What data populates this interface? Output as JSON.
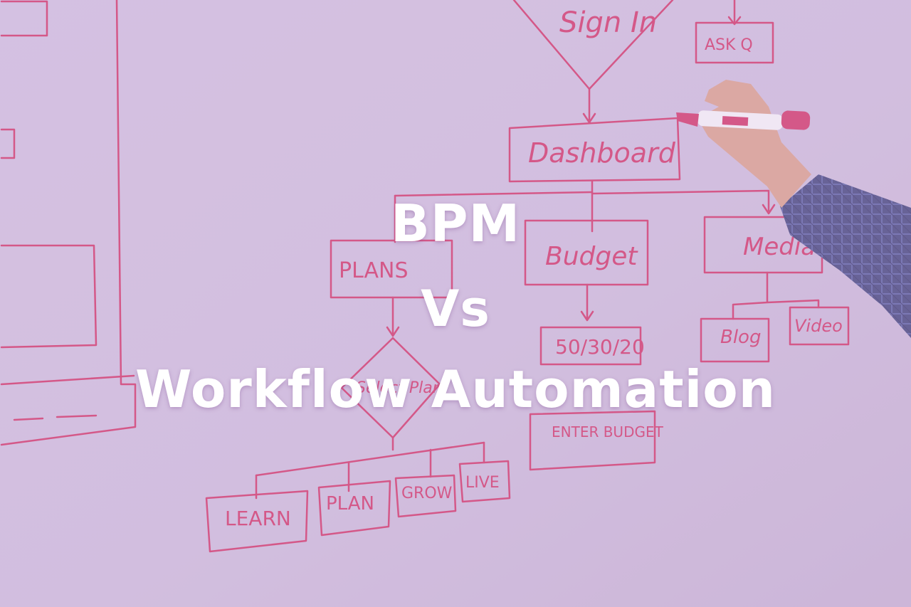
{
  "overlay": {
    "line1": "BPM",
    "line2": "Vs",
    "line3": "Workflow Automation"
  },
  "whiteboard": {
    "labels": [
      "Sign In",
      "ASK Q",
      "Dashboard",
      "PLANS",
      "Budget",
      "Media",
      "50/30/20",
      "Blog",
      "Video",
      "Select Plan",
      "ENTER BUDGET",
      "LEARN",
      "PLAN",
      "GROW",
      "LIVE"
    ]
  },
  "colors": {
    "background": "#d4c5e0",
    "marker": "#d8396a",
    "title_text": "#ffffff",
    "sleeve": "#4a4f8a"
  }
}
